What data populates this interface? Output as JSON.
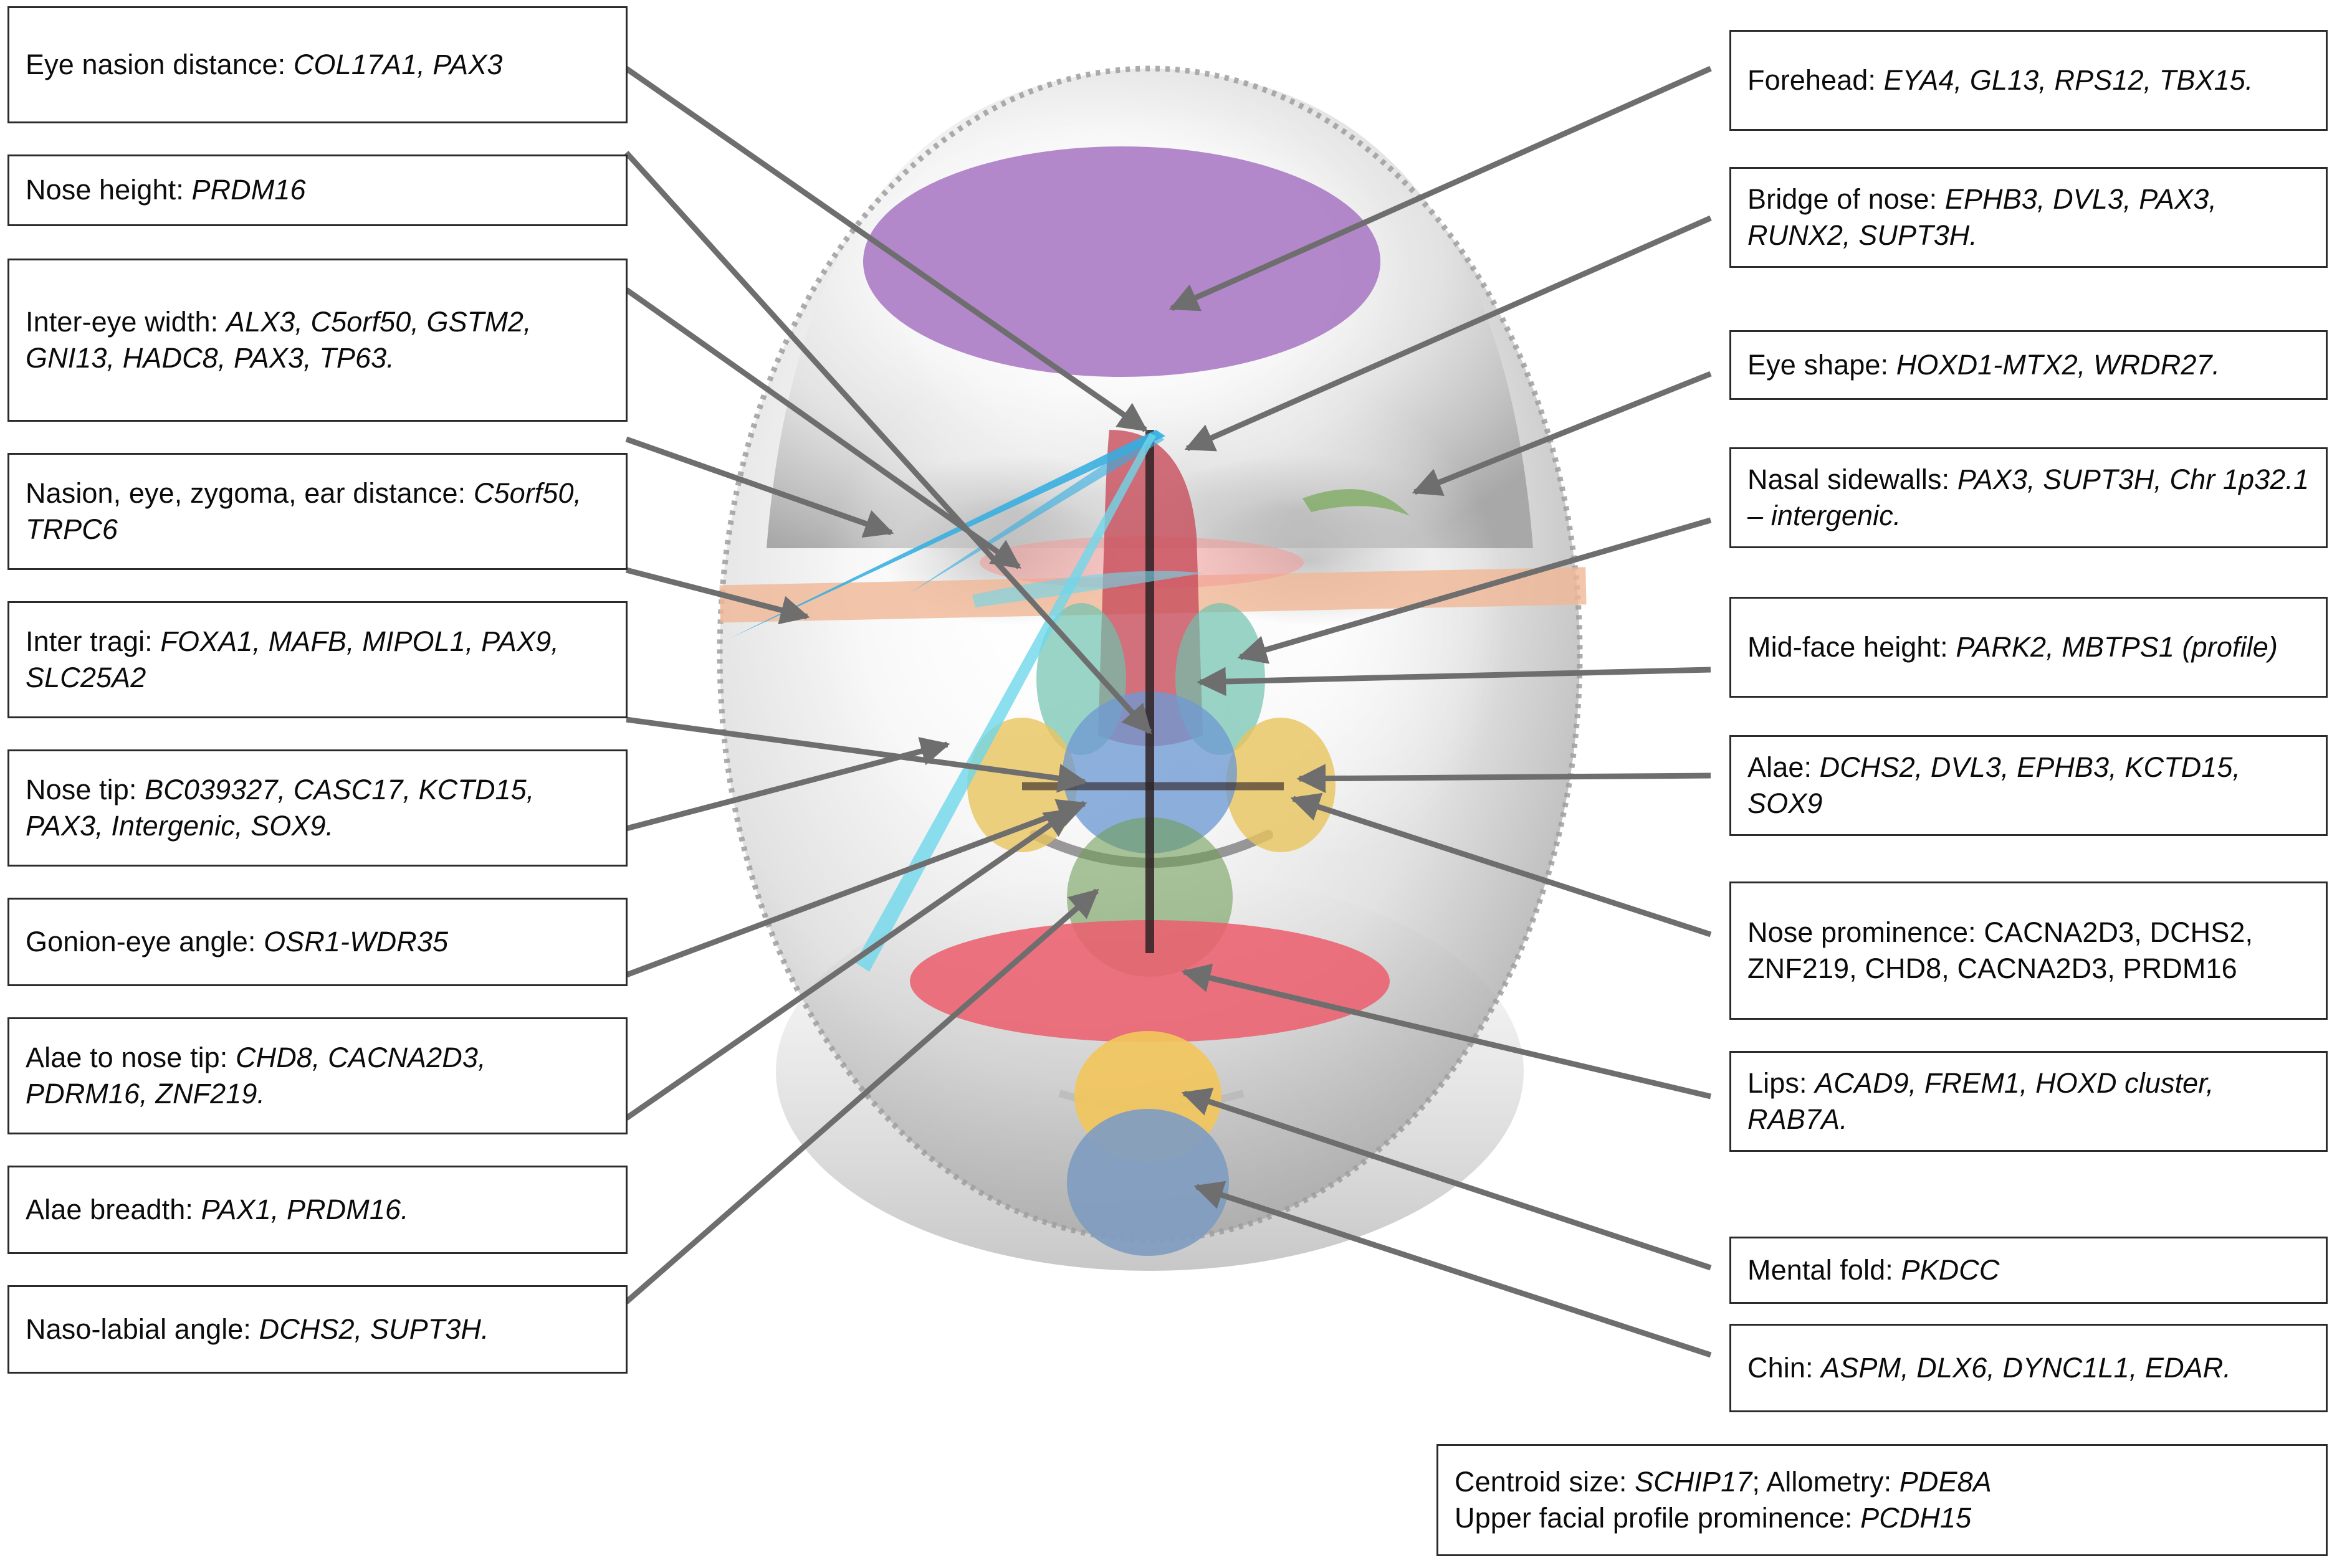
{
  "figure": {
    "type": "facial-phenotype-gene-map",
    "subject": "3D average face model annotated with genes associated with facial morphology"
  },
  "colors": {
    "forehead": "#ab7ec7",
    "bridge_of_nose": "#c8505e",
    "eye_shape": "#85ae6c",
    "nasal_sidewalls": "#6fc2ae",
    "alae": "#e8c45e",
    "nose_tip": "#6e9ad2",
    "naso_labial": "#6e9d55",
    "lips": "#ec5f6e",
    "mental_fold": "#f2c65c",
    "chin": "#7f9cc0",
    "mid_face_height_band": "#f0b896",
    "inter_eye_width": "#f29b97",
    "nasion_eye_zygoma_ear": "#35aee0",
    "gonion_eye_angle": "#6fd7ea",
    "leader_line": "#6e6e6e",
    "box_border": "#2b2b2b",
    "head_surface": "#e2e2e2"
  },
  "left_column": [
    {
      "label": "Eye nasion distance",
      "genes": "COL17A1, PAX3",
      "html": "Eye nasion distance: <em>COL17A1, PAX3</em>"
    },
    {
      "label": "Nose height",
      "genes": "PRDM16",
      "html": "Nose height: <em>PRDM16</em>"
    },
    {
      "label": "Inter-eye width",
      "genes": "ALX3, C5orf50, GSTM2, GNI13, HADC8, PAX3, TP63.",
      "html": "Inter-eye width: <em>ALX3, C5orf50, GSTM2, GNI13, HADC8, PAX3, TP63.</em>"
    },
    {
      "label": "Nasion, eye, zygoma, ear distance",
      "genes": "C5orf50, TRPC6",
      "html": "Nasion, eye, zygoma, ear distance: <em>C5orf50, TRPC6</em>"
    },
    {
      "label": "Inter tragi",
      "genes": "FOXA1, MAFB, MIPOL1, PAX9, SLC25A2",
      "html": "Inter tragi: <em>FOXA1, MAFB, MIPOL1, PAX9, SLC25A2</em>"
    },
    {
      "label": "Nose tip",
      "genes": "BC039327, CASC17, KCTD15, PAX3, Intergenic, SOX9.",
      "html": "Nose tip: <em>BC039327, CASC17, KCTD15, PAX3, Intergenic, SOX9.</em>"
    },
    {
      "label": "Gonion-eye angle",
      "genes": "OSR1-WDR35",
      "html": "Gonion-eye angle: <em>OSR1-WDR35</em>"
    },
    {
      "label": "Alae to nose tip",
      "genes": "CHD8, CACNA2D3, PDRM16, ZNF219.",
      "html": "Alae to nose tip: <em>CHD8, CACNA2D3, PDRM16, ZNF219.</em>"
    },
    {
      "label": "Alae breadth",
      "genes": "PAX1, PRDM16.",
      "html": "Alae breadth: <em>PAX1, PRDM16.</em>"
    },
    {
      "label": "Naso-labial angle",
      "genes": "DCHS2, SUPT3H.",
      "html": "Naso-labial angle: <em>DCHS2, SUPT3H.</em>"
    }
  ],
  "right_column": [
    {
      "label": "Forehead",
      "genes": "EYA4, GL13, RPS12, TBX15.",
      "html": "Forehead: <em>EYA4, GL13, RPS12, TBX15.</em>"
    },
    {
      "label": "Bridge of nose",
      "genes": "EPHB3, DVL3, PAX3, RUNX2, SUPT3H.",
      "html": "Bridge of nose: <em>EPHB3, DVL3, PAX3, RUNX2, SUPT3H.</em>"
    },
    {
      "label": "Eye shape",
      "genes": "HOXD1-MTX2, WRDR27.",
      "html": "Eye shape: <em>HOXD1-MTX2, WRDR27.</em>"
    },
    {
      "label": "Nasal sidewalls",
      "genes": "PAX3, SUPT3H, Chr 1p32.1 – intergenic.",
      "html": "Nasal sidewalls: <em>PAX3, SUPT3H, Chr 1p32.1 – intergenic.</em>"
    },
    {
      "label": "Mid-face height",
      "genes": "PARK2, MBTPS1 (profile)",
      "html": "Mid-face height: <em>PARK2, MBTPS1 (profile)</em>"
    },
    {
      "label": "Alae",
      "genes": "DCHS2, DVL3, EPHB3, KCTD15, SOX9",
      "html": "Alae: <em>DCHS2, DVL3, EPHB3, KCTD15, SOX9</em>"
    },
    {
      "label": "Nose prominence",
      "genes": "CACNA2D3, DCHS2, ZNF219, CHD8, CACNA2D3, PRDM16",
      "html": "Nose prominence: CACNA2D3, DCHS2, ZNF219, CHD8, CACNA2D3, PRDM16"
    },
    {
      "label": "Lips",
      "genes": "ACAD9, FREM1, HOXD cluster, RAB7A.",
      "html": "Lips: <em>ACAD9, FREM1, HOXD cluster, RAB7A.</em>"
    },
    {
      "label": "Mental fold",
      "genes": "PKDCC",
      "html": "Mental fold: <em>PKDCC</em>"
    },
    {
      "label": "Chin",
      "genes": "ASPM, DLX6, DYNC1L1, EDAR.",
      "html": "Chin: <em>ASPM, DLX6, DYNC1L1, EDAR.</em>"
    }
  ],
  "bottom_box": {
    "line1_label": "Centroid size",
    "line1_genes": "SCHIP17",
    "line1b_label": "Allometry",
    "line1b_genes": "PDE8A",
    "line2_label": "Upper facial profile prominence",
    "line2_genes": "PCDH15",
    "html": "Centroid size: <em>SCHIP17</em>; Allometry: <em>PDE8A</em>\nUpper facial profile prominence: <em>PCDH15</em>"
  }
}
